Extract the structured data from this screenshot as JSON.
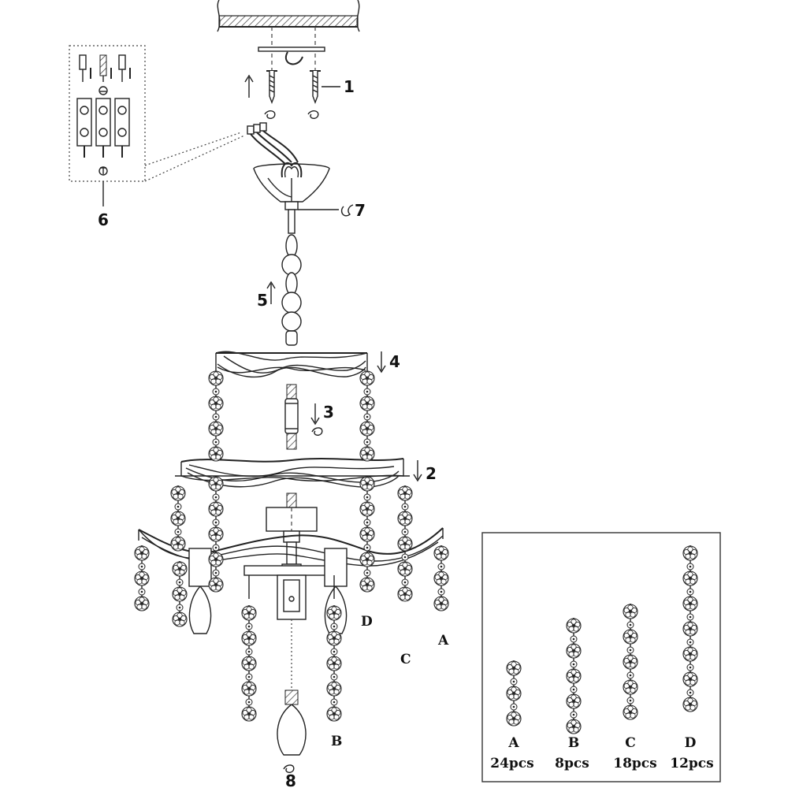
{
  "callouts": {
    "c1": "1",
    "c2": "2",
    "c3": "3",
    "c4": "4",
    "c5": "5",
    "c6": "6",
    "c7": "7",
    "c8": "8"
  },
  "strand_labels": {
    "a": "A",
    "b": "B",
    "c": "C",
    "d": "D"
  },
  "legend": {
    "items": [
      {
        "letter": "A",
        "count": "24pcs"
      },
      {
        "letter": "B",
        "count": "8pcs"
      },
      {
        "letter": "C",
        "count": "18pcs"
      },
      {
        "letter": "D",
        "count": "12pcs"
      }
    ]
  }
}
